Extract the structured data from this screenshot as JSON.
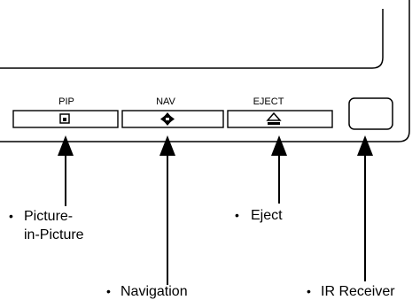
{
  "buttons": [
    {
      "id": "pip",
      "label": "PIP",
      "icon": "pip-icon"
    },
    {
      "id": "nav",
      "label": "NAV",
      "icon": "nav-cross-icon"
    },
    {
      "id": "eject",
      "label": "EJECT",
      "icon": "eject-icon"
    }
  ],
  "ir_window": {
    "icon": "ir-receiver-window"
  },
  "callouts": {
    "pip": {
      "bullet": "•",
      "line1": "Picture-",
      "line2": "in-Picture"
    },
    "eject": {
      "bullet": "•",
      "text": "Eject"
    },
    "nav": {
      "bullet": "•",
      "text": "Navigation"
    },
    "ir": {
      "bullet": "•",
      "text": "IR Receiver"
    }
  },
  "colors": {
    "ink": "#000000",
    "background": "#ffffff"
  }
}
